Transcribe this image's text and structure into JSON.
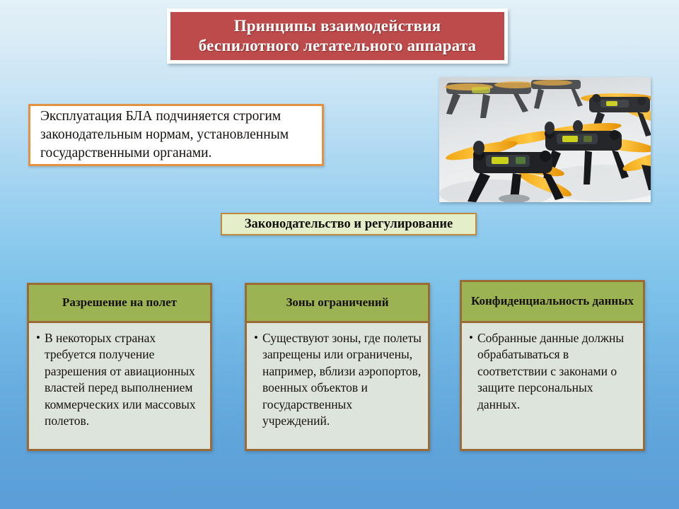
{
  "slide": {
    "title": {
      "line1": "Принципы взаимодействия",
      "line2": "беспилотного летательного аппарата",
      "background_color": "#bd4b4b",
      "text_color": "#ffffff"
    },
    "intro": {
      "text": "Эксплуатация БЛА подчиняется строгим законодательным нормам, установленным государственными органами.",
      "border_color": "#e49142",
      "background_color": "#ffffff"
    },
    "photo": {
      "alt": "Ряды черных квадрокоптеров с оранжевыми пропеллерами",
      "name": "drone-fleet-photo"
    },
    "chip": {
      "label": "Законодательство и регулирование",
      "background_color": "#e4efc9",
      "border_color": "#c08a3c"
    },
    "cards": [
      {
        "heading": "Разрешение на полет",
        "bullet": "•",
        "body": "В некоторых странах требуется получение разрешения от авиационных властей перед выполнением коммерческих или массовых полетов."
      },
      {
        "heading": "Зоны ограничений",
        "bullet": "•",
        "body": "Существуют зоны, где полеты запрещены или ограничены, например, вблизи аэропортов, военных объектов и государственных учреждений."
      },
      {
        "heading": "Конфиденциальность данных",
        "bullet": "•",
        "body": "Собранные данные должны обрабатываться в соответствии с законами о защите персональных данных."
      }
    ],
    "colors": {
      "background_top": "#dcedf6",
      "background_bottom": "#5b9ed8",
      "card_header_green": "#9cb354",
      "card_border_brown": "#9a6b35",
      "card_body_gray_green": "#dde4db"
    }
  }
}
